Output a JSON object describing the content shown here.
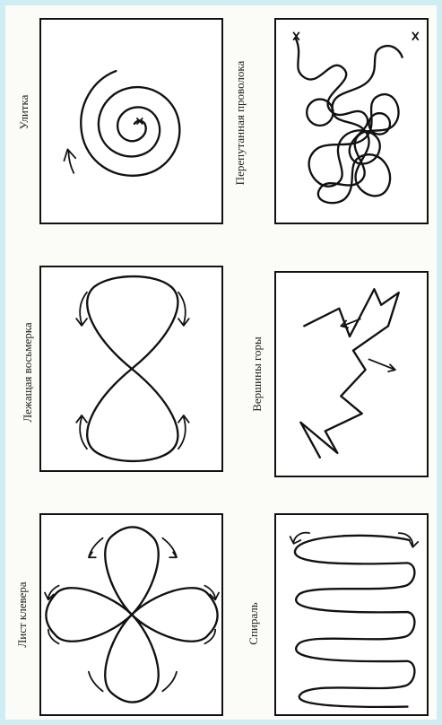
{
  "labels": {
    "snail": "Улитка",
    "tangled_wire": "Перепутанная проволока",
    "lying_eight": "Лежащая восьмерка",
    "mountain_peaks": "Вершины горы",
    "clover_leaf": "Лист клевера",
    "spiral": "Спираль"
  },
  "icons": {
    "snail": "spiral-snail-icon",
    "tangled_wire": "tangled-wire-icon",
    "lying_eight": "figure-eight-icon",
    "mountain_peaks": "zigzag-peaks-icon",
    "clover_leaf": "four-leaf-clover-icon",
    "spiral": "coil-spiral-icon"
  },
  "colors": {
    "background": "#cfeef3",
    "stroke": "#111111"
  }
}
